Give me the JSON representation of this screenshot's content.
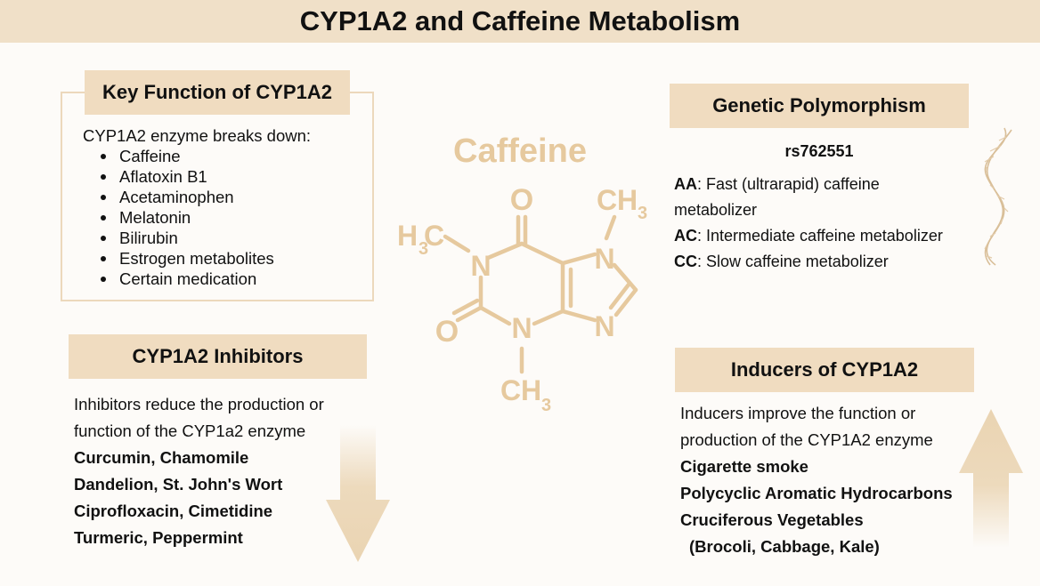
{
  "title": "CYP1A2 and Caffeine Metabolism",
  "key_function": {
    "header": "Key Function of CYP1A2",
    "intro": "CYP1A2 enzyme breaks down:",
    "items": [
      "Caffeine",
      "Aflatoxin B1",
      "Acetaminophen",
      "Melatonin",
      "Bilirubin",
      "Estrogen metabolites",
      "Certain medication"
    ]
  },
  "inhibitors": {
    "header": "CYP1A2 Inhibitors",
    "line1": "Inhibitors reduce the production or",
    "line2": "function of the CYP1a2 enzyme",
    "items": [
      "Curcumin, Chamomile",
      "Dandelion, St. John's Wort",
      "Ciprofloxacin, Cimetidine",
      "Turmeric, Peppermint"
    ]
  },
  "molecule": {
    "label": "Caffeine",
    "atoms": {
      "o_top": "O",
      "o_left": "O",
      "n1": "N",
      "n3": "N",
      "n7": "N",
      "n9": "N",
      "c": "C",
      "h": "H",
      "sub3": "3"
    }
  },
  "genetic": {
    "header": "Genetic Polymorphism",
    "snp": "rs762551",
    "aa_code": "AA",
    "aa_text_1": ": Fast (ultrarapid) caffeine",
    "aa_text_2": "metabolizer",
    "ac_code": "AC",
    "ac_text": ": Intermediate caffeine metabolizer",
    "cc_code": "CC",
    "cc_text": ": Slow caffeine metabolizer"
  },
  "inducers": {
    "header": "Inducers of CYP1A2",
    "line1": "Inducers improve the function or",
    "line2": "production of the CYP1A2 enzyme",
    "items": [
      "Cigarette smoke",
      "Polycyclic Aromatic Hydrocarbons",
      "Cruciferous Vegetables",
      "(Brocoli, Cabbage, Kale)"
    ]
  },
  "colors": {
    "accent": "#f0dcc0",
    "molecule": "#e6c99e",
    "arrow": "#ead4b2"
  },
  "icons": {
    "dna": "dna-helix-icon",
    "down_arrow": "down-arrow-icon",
    "up_arrow": "up-arrow-icon"
  }
}
